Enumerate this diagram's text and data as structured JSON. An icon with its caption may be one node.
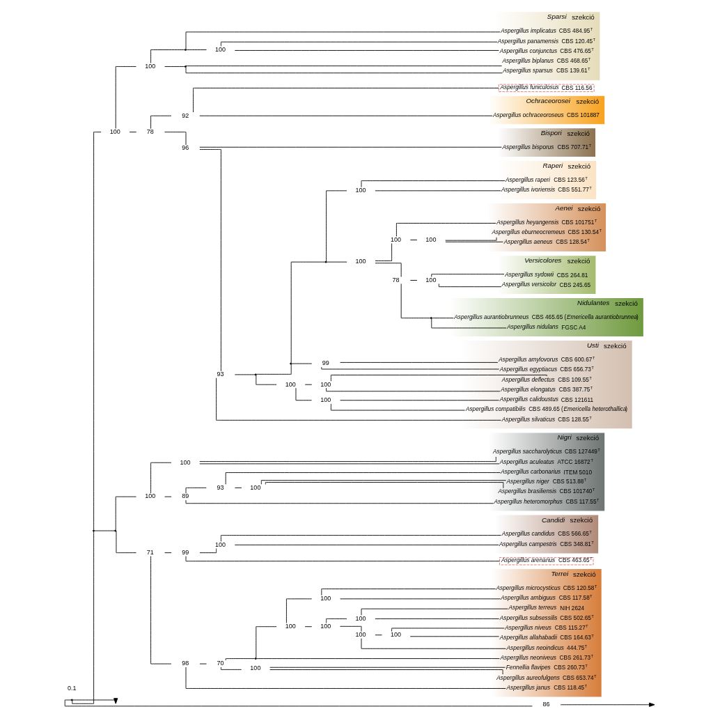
{
  "diagram": {
    "nodes": [
      {
        "text": [
          "*Versicolores* szekció"
        ]
      },
      {
        "text": [
          "*Aspergillus sydowii* CBS 264.81"
        ],
        "in": 0
      },
      {
        "text": [
          "*Aspergillus versicolor* CBS 245.65"
        ],
        "in": 0
      },
      {
        "text": [
          "*Nidulantes* szekció"
        ]
      },
      {
        "text": [
          "*Aspergillus aurantiobrunneus* CBS 465.65 (*Emericella aurantiobrunnea*)"
        ],
        "in": 3
      },
      {
        "text": [
          "*Aspergillus nidulans* FGSC A4"
        ],
        "in": 3
      },
      {
        "text": [
          "*Aenei* szekció"
        ]
      },
      {
        "text": [
          "*Aspergillus eburneocremeus* CBS 130.54$^{T}$"
        ],
        "in": 6
      },
      {
        "text": [
          "*Aspergillus aeneus* CBS 128.54$^{T}$"
        ],
        "in": 6
      },
      {
        "text": [
          "*Aspergillus heyangensis* CBS 101751$^{T}$"
        ],
        "in": 6
      },
      {
        "text": [
          "*Raperi* szekció"
        ]
      },
      {
        "text": [
          "*Aspergillus ivoriensis* CBS 551.77$^{T}$"
        ],
        "in": 10
      },
      {
        "text": [
          "*Aspergillus raperi* CBS 123.56$^{T}$"
        ],
        "in": 10
      },
      {
        "text": [
          "*Usti* szekció"
        ]
      },
      {
        "text": [
          "*Aspergillus egyptiacus* CBS 656.73$^{T}$"
        ],
        "in": 13
      },
      {
        "text": [
          "*Aspergillus amylovorus* CBS 600.67$^{T}$"
        ],
        "in": 13
      },
      {
        "text": [
          "*Aspergillus deflectus* CBS 109.55$^{T}$"
        ],
        "in": 13
      },
      {
        "text": [
          "*Aspergillus elongatus* CBS 387.75$^{T}$"
        ],
        "in": 13
      },
      {
        "text": [
          "*Aspergillus compatibilis* CBS 489.65 (*Emericella heterothallica*)"
        ],
        "in": 13
      },
      {
        "text": [
          "*Aspergillus calidoustus* CBS 121611"
        ],
        "in": 13
      },
      {
        "text": [
          "*Aspergillus silvaticus* CBS 128.55$^{T}$"
        ],
        "in": 13
      },
      {
        "text": [
          "*Bispori* szekció"
        ]
      },
      {
        "text": [
          "*Aspergillus bisporus* CBS 707.71$^{T}$"
        ],
        "in": 21
      },
      {
        "text": [
          "*Ochraceorosei* szekció"
        ]
      },
      {
        "text": [
          "*Aspergillus ochraceoroseus* CBS 101887"
        ],
        "in": 23
      },
      {
        "text": [
          "*Aspergillus funiculosus* CBS 116.56"
        ]
      },
      {
        "text": [
          "*Sparsi* szekció"
        ]
      },
      {
        "text": [
          "*Aspergillus conjunctus* CBS 476.65$^{T}$"
        ],
        "in": 26
      },
      {
        "text": [
          "*Aspergillus panamensis* CBS 120.45$^{T}$"
        ],
        "in": 26
      },
      {
        "text": [
          "*Aspergillus implicatus* CBS 484.95$^{T}$"
        ],
        "in": 26
      },
      {
        "text": [
          "*Aspergillus sparsus* CBS 139.61$^{T}$"
        ],
        "in": 26
      },
      {
        "text": [
          "*Aspergillus biplanus* CBS 468.65$^{T}$"
        ],
        "in": 26
      },
      {
        "text": [
          "*Terrei* szekció"
        ]
      },
      {
        "text": [
          "*Aspergillus niveus* CBS 115.27$^{T}$"
        ],
        "in": 32
      },
      {
        "text": [
          "*Aspergillus allahabadii* CBS 164.63$^{T}$"
        ],
        "in": 32
      },
      {
        "text": [
          "*Aspergillus neoindicus* 444.75$^{T}$"
        ],
        "in": 32
      },
      {
        "text": [
          "*Aspergillus terreus* NIH 2624"
        ],
        "in": 32
      },
      {
        "text": [
          "*Aspergillus subsessilis* CBS 502.65$^{T}$"
        ],
        "in": 32
      },
      {
        "text": [
          "*Aspergillus microcysticus* CBS 120.58$^{T}$"
        ],
        "in": 32
      },
      {
        "text": [
          "*Aspergillus ambiguus* CBS 117.58$^{T}$"
        ],
        "in": 32
      },
      {
        "text": [
          "*Aspergillus neoniveus* CBS 261.73$^{T}$"
        ],
        "in": 32
      },
      {
        "text": [
          "*Aspergillus aureofulgens* CBS 653.74$^{T}$"
        ],
        "in": 32
      },
      {
        "text": [
          "*Fennellia flavipes* CBS 260.73$^{T}$"
        ],
        "in": 32
      },
      {
        "text": [
          "*Aspergillus janus* CBS 118.45$^{T}$"
        ],
        "in": 32
      },
      {
        "text": [
          "*Candidi* szekció"
        ]
      },
      {
        "text": [
          "*Aspergillus campestris* CBS 348.81$^{T}$"
        ],
        "in": 44
      },
      {
        "text": [
          "*Aspergillus candidus* CBS 566.65$^{T}$"
        ],
        "in": 44
      },
      {
        "text": [
          "*Aspergillus arenarius* CBS 463.65$^{T}$"
        ]
      },
      {
        "text": [
          "*Nigri* szekció"
        ]
      },
      {
        "text": [
          "*Aspergillus niger* CBS 513.88$^{T}$"
        ],
        "in": 48
      },
      {
        "text": [
          "*Aspergillus brasiliensis* CBS 101740$^{T}$"
        ],
        "in": 48
      },
      {
        "text": [
          "*Aspergillus carbonarius* ITEM 5010"
        ],
        "in": 48
      },
      {
        "text": [
          "*Aspergillus heteromorphus* CBS 117.55$^{T}$"
        ],
        "in": 48
      },
      {
        "text": [
          "*Aspergillus aculeatus* ATCC 16872$^{T}$"
        ],
        "in": 48
      },
      {
        "text": [
          "*Aspergillus saccharolyticus* CBS 127449$^{T}$"
        ],
        "in": 48
      },
      {
        "text": [],
        "shape": "point"
      },
      {
        "text": [],
        "shape": "point"
      },
      {
        "text": [
          "100"
        ]
      },
      {
        "text": [
          "78"
        ]
      },
      {
        "text": [
          "96"
        ]
      },
      {
        "text": [
          "93"
        ]
      },
      {
        "text": [],
        "shape": "point"
      },
      {
        "text": [],
        "shape": "point"
      },
      {
        "text": [],
        "shape": "point"
      },
      {
        "text": [
          "100"
        ]
      },
      {
        "text": [
          "78"
        ]
      },
      {
        "text": [
          "100"
        ]
      },
      {
        "text": [],
        "shape": "point"
      },
      {
        "text": [
          "100"
        ]
      },
      {
        "text": [
          "100"
        ]
      },
      {
        "text": [
          "100"
        ]
      },
      {
        "text": [
          "99"
        ]
      },
      {
        "text": [
          "100"
        ]
      },
      {
        "text": [
          "100"
        ]
      },
      {
        "text": [
          "100"
        ]
      },
      {
        "text": [
          "92"
        ]
      },
      {
        "text": [
          "100"
        ]
      },
      {
        "text": [],
        "shape": "point"
      },
      {
        "text": [
          "100"
        ]
      },
      {
        "text": [],
        "shape": "point"
      },
      {
        "text": [],
        "shape": "point"
      },
      {
        "text": [
          "71"
        ]
      },
      {
        "text": [
          "98"
        ]
      },
      {
        "text": [
          "70"
        ]
      },
      {
        "text": [],
        "shape": "point"
      },
      {
        "text": [
          "100"
        ]
      },
      {
        "text": [
          "100"
        ]
      },
      {
        "text": [
          "100"
        ]
      },
      {
        "text": [
          "100"
        ]
      },
      {
        "text": [
          "100"
        ]
      },
      {
        "text": [
          "100"
        ]
      },
      {
        "text": [
          "100"
        ]
      },
      {
        "text": [
          "99"
        ]
      },
      {
        "text": [
          "100"
        ]
      },
      {
        "text": [
          "100"
        ]
      },
      {
        "text": [
          "89"
        ]
      },
      {
        "text": [
          "93"
        ]
      },
      {
        "text": [
          "100"
        ]
      },
      {
        "text": [
          "100"
        ]
      },
      {
        "text": [
          "86"
        ]
      }
    ],
    "edges": [
      {
        "from": 55,
        "to": 56,
        "arrow": "none"
      },
      {
        "from": 55,
        "to": 99,
        "arrow": "none"
      },
      {
        "from": 55,
        "to": null,
        "arrow": "to"
      },
      {
        "from": 99,
        "to": null,
        "arrow": "to"
      },
      {
        "from": 56,
        "to": 57,
        "arrow": "none"
      },
      {
        "from": 56,
        "to": 80,
        "arrow": "none"
      },
      {
        "from": 57,
        "to": 58,
        "arrow": "none"
      },
      {
        "from": 57,
        "to": 76,
        "arrow": "none"
      },
      {
        "from": 58,
        "to": 59,
        "arrow": "none"
      },
      {
        "from": 58,
        "to": 75,
        "arrow": "none"
      },
      {
        "from": 59,
        "to": 60,
        "arrow": "none"
      },
      {
        "from": 59,
        "to": 22,
        "arrow": "none"
      },
      {
        "from": 60,
        "to": 61,
        "arrow": "none"
      },
      {
        "from": 60,
        "to": 20,
        "arrow": "none"
      },
      {
        "from": 61,
        "to": 62,
        "arrow": "none"
      },
      {
        "from": 61,
        "to": 72,
        "arrow": "none"
      },
      {
        "from": 62,
        "to": 63,
        "arrow": "none"
      },
      {
        "from": 62,
        "to": 71,
        "arrow": "none"
      },
      {
        "from": 63,
        "to": 64,
        "arrow": "none"
      },
      {
        "from": 63,
        "to": 70,
        "arrow": "none"
      },
      {
        "from": 64,
        "to": 65,
        "arrow": "none"
      },
      {
        "from": 64,
        "to": 68,
        "arrow": "none"
      },
      {
        "from": 65,
        "to": 66,
        "arrow": "none"
      },
      {
        "from": 65,
        "to": 67,
        "arrow": "none"
      },
      {
        "from": 66,
        "to": 1,
        "arrow": "none"
      },
      {
        "from": 66,
        "to": 2,
        "arrow": "none"
      },
      {
        "from": 67,
        "to": 4,
        "arrow": "none"
      },
      {
        "from": 67,
        "to": 5,
        "arrow": "none"
      },
      {
        "from": 68,
        "to": 69,
        "arrow": "none"
      },
      {
        "from": 68,
        "to": 9,
        "arrow": "none"
      },
      {
        "from": 69,
        "to": 7,
        "arrow": "none"
      },
      {
        "from": 69,
        "to": 8,
        "arrow": "none"
      },
      {
        "from": 70,
        "to": 11,
        "arrow": "none"
      },
      {
        "from": 70,
        "to": 12,
        "arrow": "none"
      },
      {
        "from": 71,
        "to": 14,
        "arrow": "none"
      },
      {
        "from": 71,
        "to": 15,
        "arrow": "none"
      },
      {
        "from": 72,
        "to": 73,
        "arrow": "none"
      },
      {
        "from": 72,
        "to": 74,
        "arrow": "none"
      },
      {
        "from": 73,
        "to": 16,
        "arrow": "none"
      },
      {
        "from": 73,
        "to": 17,
        "arrow": "none"
      },
      {
        "from": 74,
        "to": 18,
        "arrow": "none"
      },
      {
        "from": 74,
        "to": 19,
        "arrow": "none"
      },
      {
        "from": 75,
        "to": 24,
        "arrow": "none"
      },
      {
        "from": 75,
        "to": 25,
        "arrow": "none"
      },
      {
        "from": 76,
        "to": 77,
        "arrow": "none"
      },
      {
        "from": 76,
        "to": 79,
        "arrow": "none"
      },
      {
        "from": 77,
        "to": 78,
        "arrow": "none"
      },
      {
        "from": 77,
        "to": 29,
        "arrow": "none"
      },
      {
        "from": 78,
        "to": 27,
        "arrow": "none"
      },
      {
        "from": 78,
        "to": 28,
        "arrow": "none"
      },
      {
        "from": 79,
        "to": 30,
        "arrow": "none"
      },
      {
        "from": 79,
        "to": 31,
        "arrow": "none"
      },
      {
        "from": 80,
        "to": 81,
        "arrow": "none"
      },
      {
        "from": 80,
        "to": 94,
        "arrow": "none"
      },
      {
        "from": 81,
        "to": 82,
        "arrow": "none"
      },
      {
        "from": 81,
        "to": 92,
        "arrow": "none"
      },
      {
        "from": 82,
        "to": 83,
        "arrow": "none"
      },
      {
        "from": 82,
        "to": 43,
        "arrow": "none"
      },
      {
        "from": 83,
        "to": 84,
        "arrow": "none"
      },
      {
        "from": 83,
        "to": 91,
        "arrow": "none"
      },
      {
        "from": 84,
        "to": 85,
        "arrow": "none"
      },
      {
        "from": 84,
        "to": 40,
        "arrow": "none"
      },
      {
        "from": 85,
        "to": 86,
        "arrow": "none"
      },
      {
        "from": 85,
        "to": 90,
        "arrow": "none"
      },
      {
        "from": 86,
        "to": 87,
        "arrow": "none"
      },
      {
        "from": 86,
        "to": 89,
        "arrow": "none"
      },
      {
        "from": 87,
        "to": 88,
        "arrow": "none"
      },
      {
        "from": 87,
        "to": 35,
        "arrow": "none"
      },
      {
        "from": 88,
        "to": 33,
        "arrow": "none"
      },
      {
        "from": 88,
        "to": 34,
        "arrow": "none"
      },
      {
        "from": 89,
        "to": 36,
        "arrow": "none"
      },
      {
        "from": 89,
        "to": 37,
        "arrow": "none"
      },
      {
        "from": 90,
        "to": 38,
        "arrow": "none"
      },
      {
        "from": 90,
        "to": 39,
        "arrow": "none"
      },
      {
        "from": 91,
        "to": 41,
        "arrow": "none"
      },
      {
        "from": 91,
        "to": 42,
        "arrow": "none"
      },
      {
        "from": 92,
        "to": 93,
        "arrow": "none"
      },
      {
        "from": 92,
        "to": 47,
        "arrow": "none"
      },
      {
        "from": 93,
        "to": 45,
        "arrow": "none"
      },
      {
        "from": 93,
        "to": 46,
        "arrow": "none"
      },
      {
        "from": 94,
        "to": 95,
        "arrow": "none"
      },
      {
        "from": 94,
        "to": 98,
        "arrow": "none"
      },
      {
        "from": 95,
        "to": 96,
        "arrow": "none"
      },
      {
        "from": 95,
        "to": 52,
        "arrow": "none"
      },
      {
        "from": 96,
        "to": 97,
        "arrow": "none"
      },
      {
        "from": 96,
        "to": 51,
        "arrow": "none"
      },
      {
        "from": 97,
        "to": 49,
        "arrow": "none"
      },
      {
        "from": 97,
        "to": 50,
        "arrow": "none"
      },
      {
        "from": 98,
        "to": 53,
        "arrow": "none"
      },
      {
        "from": 98,
        "to": 54,
        "arrow": "none"
      }
    ],
    "labels": [
      "0.1"
    ]
  }
}
